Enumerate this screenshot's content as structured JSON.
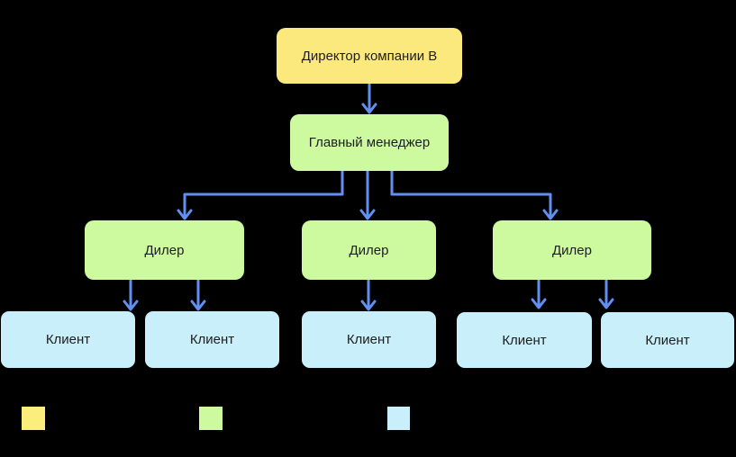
{
  "diagram": {
    "type": "org-chart",
    "background_color": "#000000",
    "connector_color": "#6190F2",
    "text_color": "#1E1E1E",
    "nodes": {
      "director": {
        "label": "Директор компании В",
        "fill": "#FCE97D"
      },
      "manager": {
        "label": "Главный менеджер",
        "fill": "#CDFA9F"
      },
      "dealers": [
        {
          "label": "Дилер",
          "fill": "#CDFA9F"
        },
        {
          "label": "Дилер",
          "fill": "#CDFA9F"
        },
        {
          "label": "Дилер",
          "fill": "#CDFA9F"
        }
      ],
      "clients": [
        {
          "label": "Клиент",
          "fill": "#C9EFFA"
        },
        {
          "label": "Клиент",
          "fill": "#C9EFFA"
        },
        {
          "label": "Клиент",
          "fill": "#C9EFFA"
        },
        {
          "label": "Клиент",
          "fill": "#C9EFFA"
        },
        {
          "label": "Клиент",
          "fill": "#C9EFFA"
        }
      ]
    },
    "edges": [
      {
        "from": "director",
        "to": "manager"
      },
      {
        "from": "manager",
        "to": "dealer-1"
      },
      {
        "from": "manager",
        "to": "dealer-2"
      },
      {
        "from": "manager",
        "to": "dealer-3"
      },
      {
        "from": "dealer-1",
        "to": "client-1"
      },
      {
        "from": "dealer-1",
        "to": "client-2"
      },
      {
        "from": "dealer-2",
        "to": "client-3"
      },
      {
        "from": "dealer-3",
        "to": "client-4"
      },
      {
        "from": "dealer-3",
        "to": "client-5"
      }
    ],
    "legend": {
      "items": [
        {
          "color": "#FCEE7D"
        },
        {
          "color": "#CDFA9F"
        },
        {
          "color": "#C9EFFA"
        }
      ]
    }
  }
}
